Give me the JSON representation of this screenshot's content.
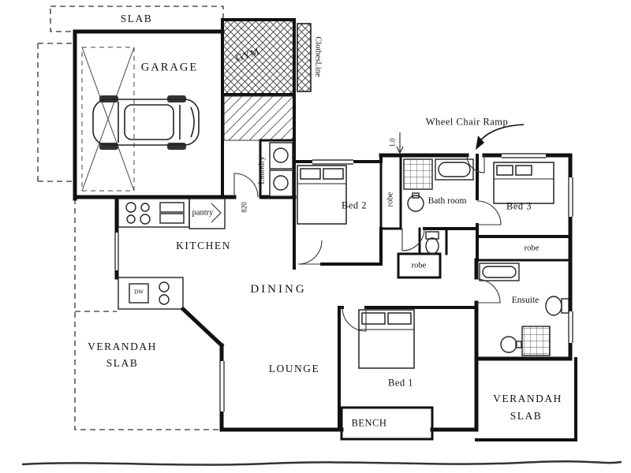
{
  "colors": {
    "ink": "#141414",
    "paper": "#ffffff"
  },
  "rooms": {
    "slab_top": "SLAB",
    "garage": "GARAGE",
    "gym": "GYM",
    "clothesline": "ClothesLine",
    "laundry": "Laundry",
    "pantry": "pantry",
    "kitchen": "KITCHEN",
    "bed2": "Bed 2",
    "bed3": "Bed 3",
    "bed1": "Bed 1",
    "bathroom": "Bath room",
    "ensuite": "Ensuite",
    "dining": "DINING",
    "lounge": "LOUNGE",
    "bench": "BENCH",
    "robe_bed2": "robe",
    "robe_bed3": "robe",
    "robe_hall": "robe",
    "verandah_left": {
      "line1": "VERANDAH",
      "line2": "SLAB"
    },
    "verandah_right": {
      "line1": "VERANDAH",
      "line2": "SLAB"
    }
  },
  "annotations": {
    "wheelchair_ramp": "Wheel Chair Ramp",
    "door_width_mm": "820",
    "ramp_width_m": "1.0",
    "dishwasher": "DW"
  }
}
